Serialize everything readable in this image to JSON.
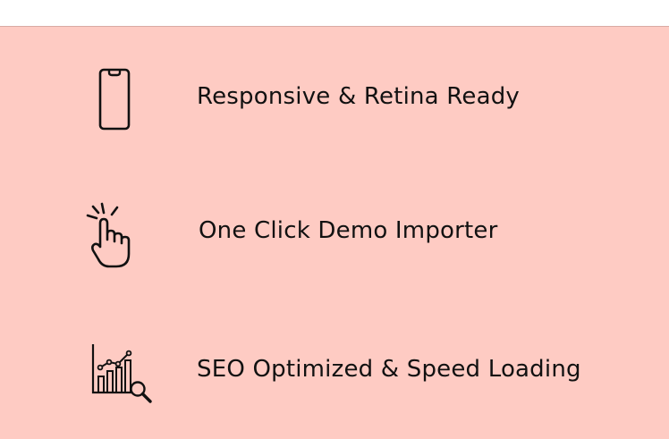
{
  "features": [
    {
      "label": "Responsive & Retina Ready",
      "icon": "smartphone-icon"
    },
    {
      "label": "One Click Demo Importer",
      "icon": "click-hand-icon"
    },
    {
      "label": "SEO Optimized & Speed Loading",
      "icon": "seo-chart-icon"
    }
  ],
  "colors": {
    "panel_background": "#fecbc3",
    "text": "#111111",
    "icon_stroke": "#111111"
  }
}
